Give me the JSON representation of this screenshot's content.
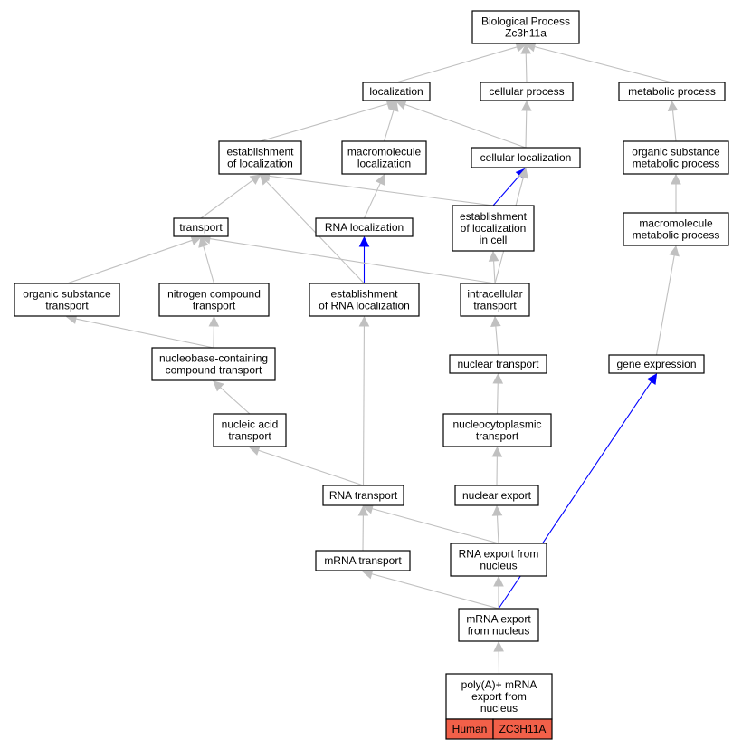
{
  "colors": {
    "edge_default": "#c0c0c0",
    "edge_highlight": "#0000ff",
    "annotation_fill": "#f26049",
    "node_border": "#000000",
    "background": "#ffffff"
  },
  "nodes": {
    "bp": {
      "lines": [
        "Biological Process",
        "Zc3h11a"
      ]
    },
    "loc": {
      "lines": [
        "localization"
      ]
    },
    "cp": {
      "lines": [
        "cellular process"
      ]
    },
    "mp": {
      "lines": [
        "metabolic process"
      ]
    },
    "eol": {
      "lines": [
        "establishment",
        "of localization"
      ]
    },
    "ml": {
      "lines": [
        "macromolecule",
        "localization"
      ]
    },
    "cl": {
      "lines": [
        "cellular localization"
      ]
    },
    "osmp": {
      "lines": [
        "organic substance",
        "metabolic process"
      ]
    },
    "tr": {
      "lines": [
        "transport"
      ]
    },
    "rl": {
      "lines": [
        "RNA localization"
      ]
    },
    "elc": {
      "lines": [
        "establishment",
        "of localization",
        "in cell"
      ]
    },
    "mmp": {
      "lines": [
        "macromolecule",
        "metabolic process"
      ]
    },
    "ost": {
      "lines": [
        "organic substance",
        "transport"
      ]
    },
    "nct": {
      "lines": [
        "nitrogen compound",
        "transport"
      ]
    },
    "erl": {
      "lines": [
        "establishment",
        "of RNA localization"
      ]
    },
    "it": {
      "lines": [
        "intracellular",
        "transport"
      ]
    },
    "nbct": {
      "lines": [
        "nucleobase-containing",
        "compound transport"
      ]
    },
    "nt": {
      "lines": [
        "nuclear transport"
      ]
    },
    "ge": {
      "lines": [
        "gene expression"
      ]
    },
    "nat": {
      "lines": [
        "nucleic acid",
        "transport"
      ]
    },
    "ncpt": {
      "lines": [
        "nucleocytoplasmic",
        "transport"
      ]
    },
    "rt": {
      "lines": [
        "RNA transport"
      ]
    },
    "ne": {
      "lines": [
        "nuclear export"
      ]
    },
    "mt": {
      "lines": [
        "mRNA transport"
      ]
    },
    "ref": {
      "lines": [
        "RNA export from",
        "nucleus"
      ]
    },
    "mef": {
      "lines": [
        "mRNA export",
        "from nucleus"
      ]
    },
    "pa": {
      "lines": [
        "poly(A)+ mRNA",
        "export from",
        "nucleus"
      ],
      "cells": [
        "Human",
        "ZC3H11A"
      ]
    }
  },
  "edges": [
    [
      "loc",
      "bp",
      false
    ],
    [
      "cp",
      "bp",
      false
    ],
    [
      "mp",
      "bp",
      false
    ],
    [
      "eol",
      "loc",
      false
    ],
    [
      "ml",
      "loc",
      false
    ],
    [
      "cl",
      "loc",
      false
    ],
    [
      "cl",
      "cp",
      false
    ],
    [
      "osmp",
      "mp",
      false
    ],
    [
      "tr",
      "eol",
      false
    ],
    [
      "rl",
      "ml",
      false
    ],
    [
      "elc",
      "eol",
      false
    ],
    [
      "elc",
      "cl",
      true
    ],
    [
      "it",
      "cl",
      false
    ],
    [
      "mmp",
      "osmp",
      false
    ],
    [
      "ost",
      "tr",
      false
    ],
    [
      "nct",
      "tr",
      false
    ],
    [
      "erl",
      "rl",
      true
    ],
    [
      "erl",
      "eol",
      false
    ],
    [
      "it",
      "tr",
      false
    ],
    [
      "it",
      "elc",
      false
    ],
    [
      "nbct",
      "ost",
      false
    ],
    [
      "nbct",
      "nct",
      false
    ],
    [
      "nt",
      "it",
      false
    ],
    [
      "ge",
      "mmp",
      false
    ],
    [
      "nat",
      "nbct",
      false
    ],
    [
      "ncpt",
      "nt",
      false
    ],
    [
      "rt",
      "nat",
      false
    ],
    [
      "rt",
      "erl",
      false
    ],
    [
      "ne",
      "ncpt",
      false
    ],
    [
      "mt",
      "rt",
      false
    ],
    [
      "ref",
      "rt",
      false
    ],
    [
      "ref",
      "ne",
      false
    ],
    [
      "mef",
      "mt",
      false
    ],
    [
      "mef",
      "ref",
      false
    ],
    [
      "mef",
      "ge",
      true
    ],
    [
      "pa",
      "mef",
      false
    ]
  ]
}
